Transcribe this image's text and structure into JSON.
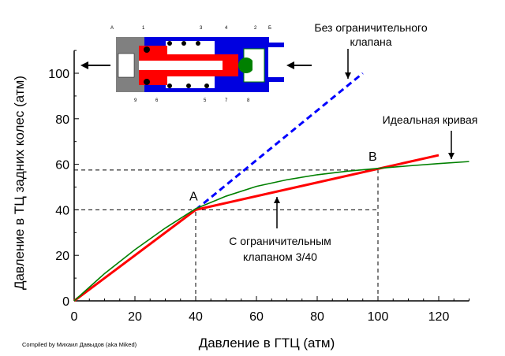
{
  "chart_data": {
    "type": "line",
    "xlabel": "Давление в ГТЦ (атм)",
    "ylabel": "Давление в ТЦ задних колес (атм)",
    "xlim": [
      0,
      130
    ],
    "ylim": [
      0,
      110
    ],
    "xticks": [
      0,
      20,
      40,
      60,
      80,
      100,
      120
    ],
    "yticks": [
      0,
      20,
      40,
      60,
      80,
      100
    ],
    "series": [
      {
        "name": "Без ограничительного клапана",
        "color": "#0000ff",
        "style": "dashed",
        "x": [
          40,
          95
        ],
        "y": [
          40,
          100
        ]
      },
      {
        "name": "С ограничительным клапаном 3/40",
        "color": "#ff0000",
        "style": "solid",
        "x": [
          0,
          40,
          120
        ],
        "y": [
          0,
          40,
          64
        ]
      },
      {
        "name": "Идеальная кривая",
        "color": "#008000",
        "style": "solid",
        "x": [
          0,
          10,
          20,
          30,
          40,
          50,
          60,
          70,
          80,
          90,
          100,
          110,
          120,
          130
        ],
        "y": [
          0,
          12,
          22.5,
          32,
          40.5,
          46,
          50.3,
          53.2,
          55.4,
          57,
          58.2,
          59.3,
          60.3,
          61.2
        ]
      }
    ],
    "guides": {
      "x": [
        40,
        100
      ],
      "y": [
        40,
        57.5
      ]
    },
    "points": [
      {
        "label": "A",
        "x": 40,
        "y": 40
      },
      {
        "label": "B",
        "x": 100,
        "y": 57.5
      }
    ],
    "annotations": [
      {
        "text": "Без ограничительного клапана",
        "lines": [
          "Без ограничительного",
          "клапана"
        ]
      },
      {
        "text": "Идеальная кривая",
        "lines": [
          "Идеальная кривая"
        ]
      },
      {
        "text": "С ограничительным клапаном 3/40",
        "lines": [
          "С ограничительным",
          "клапаном 3/40"
        ]
      }
    ]
  },
  "credit": "Compiled by Михаил Давыдов (aka Miked)",
  "diagram_labels": [
    "А",
    "1",
    "3",
    "4",
    "2",
    "Б",
    "9",
    "6",
    "5",
    "7",
    "8"
  ]
}
